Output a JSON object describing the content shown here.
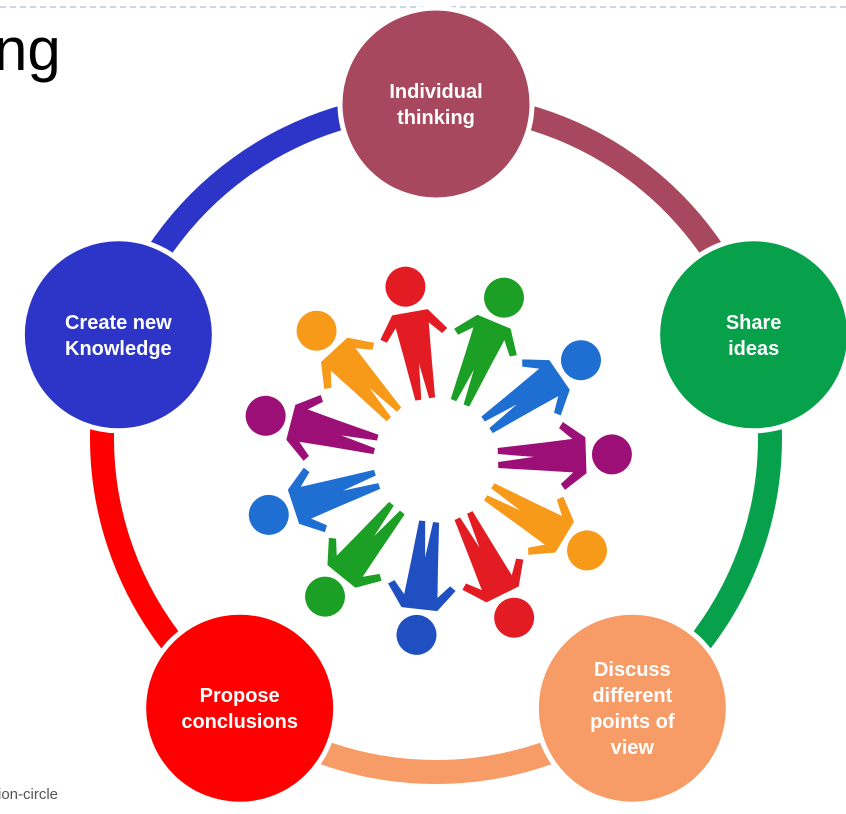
{
  "title_fragment": "ng",
  "caption": "ion-circle",
  "cycle": [
    {
      "label_lines": [
        "Individual",
        "thinking"
      ],
      "color": "#a7485f",
      "arc_to_next_color": "#a7485f"
    },
    {
      "label_lines": [
        "Share",
        "ideas"
      ],
      "color": "#07a04b",
      "arc_to_next_color": "#07a04b"
    },
    {
      "label_lines": [
        "Discuss",
        "different",
        "points of",
        "view"
      ],
      "color": "#f79c66",
      "arc_to_next_color": "#f79c66"
    },
    {
      "label_lines": [
        "Propose",
        "conclusions"
      ],
      "color": "#ff0000",
      "arc_to_next_color": "#ff0000"
    },
    {
      "label_lines": [
        "Create new",
        "Knowledge"
      ],
      "color": "#2c35c8",
      "arc_to_next_color": "#2c35c8"
    }
  ],
  "people_colors": [
    "#e31b23",
    "#1b9f24",
    "#1f6fd2",
    "#9b0f77",
    "#f79a1a",
    "#e31b23",
    "#1f4fc0",
    "#1b9f24",
    "#1f6fd2",
    "#9b0f77",
    "#f79a1a"
  ]
}
